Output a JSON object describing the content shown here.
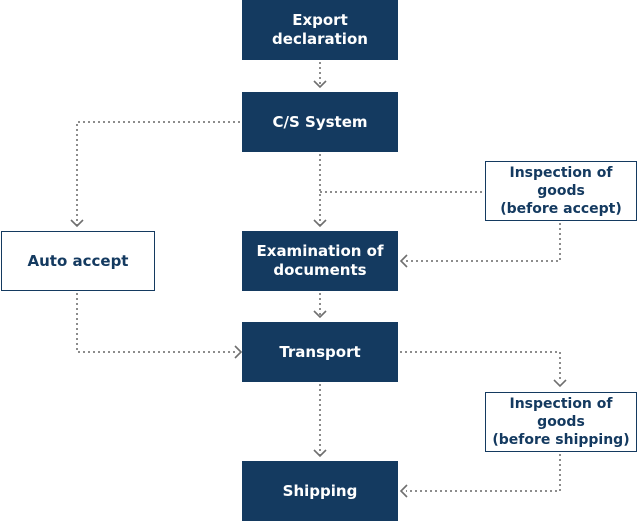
{
  "nodes": {
    "export_declaration": "Export\ndeclaration",
    "cs_system": "C/S System",
    "examination_of_documents": "Examination of\ndocuments",
    "transport": "Transport",
    "shipping": "Shipping",
    "auto_accept": "Auto accept",
    "inspection_before_accept": "Inspection of\ngoods\n(before accept)",
    "inspection_before_shipping": "Inspection of\ngoods\n(before shipping)"
  },
  "colors": {
    "box_fill": "#143a60",
    "box_text": "#ffffff",
    "outline": "#143a60",
    "connector": "#8c8c8c"
  }
}
